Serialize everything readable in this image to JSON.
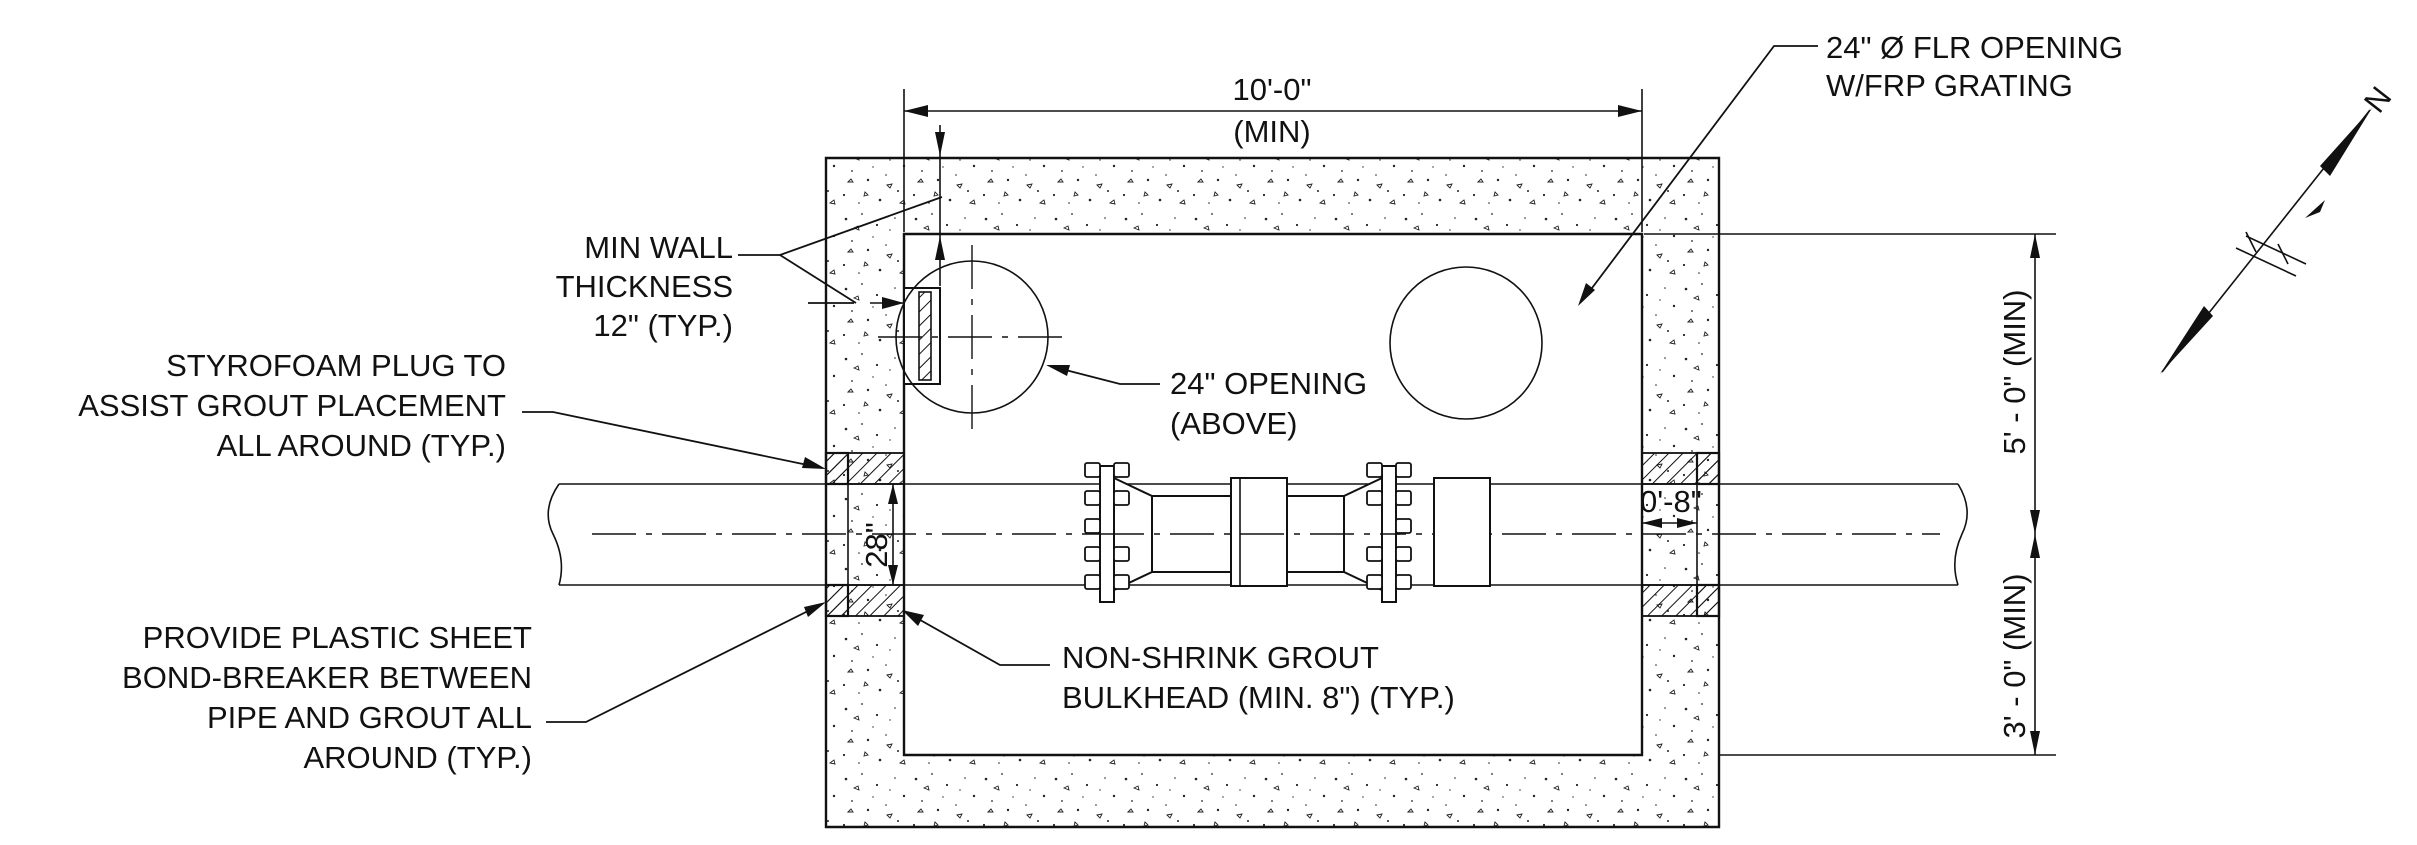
{
  "labels": {
    "width_dim": "10'-0\"",
    "width_dim_min": "(MIN)",
    "flr_opening_line1": "24\" Ø FLR OPENING",
    "flr_opening_line2": "W/FRP GRATING",
    "min_wall_line1": "MIN WALL",
    "min_wall_line2": "THICKNESS",
    "min_wall_line3": "12\" (TYP.)",
    "styrofoam_line1": "STYROFOAM PLUG TO",
    "styrofoam_line2": "ASSIST GROUT PLACEMENT",
    "styrofoam_line3": "ALL AROUND (TYP.)",
    "opening_line1": "24\" OPENING",
    "opening_line2": "(ABOVE)",
    "pipe_dia": "28\"",
    "grout_dim": "0'-8\"",
    "bulkhead_line1": "NON-SHRINK GROUT",
    "bulkhead_line2": "BULKHEAD (MIN. 8\") (TYP.)",
    "plastic_line1": "PROVIDE PLASTIC SHEET",
    "plastic_line2": "BOND-BREAKER BETWEEN",
    "plastic_line3": "PIPE AND GROUT ALL",
    "plastic_line4": "AROUND (TYP.)",
    "dim_upper": "5' - 0\" (MIN)",
    "dim_lower": "3' - 0\" (MIN)",
    "north_letter": "N"
  }
}
